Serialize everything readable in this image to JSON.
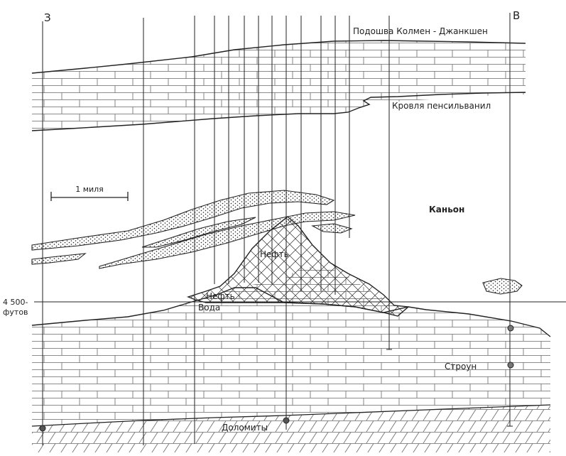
{
  "directions": {
    "west": "З",
    "east": "В"
  },
  "labels": {
    "top_horizon": "Подошва Колмен - Джанкшен",
    "pennsylvanian_top": "Кровля пенсильванил",
    "canyon": "Каньон",
    "oil_upper": "Нефть",
    "oil_lower": "Нефть",
    "water": "Вода",
    "strawn": "Строун",
    "dolomites": "Доломиты",
    "depth_value": "4 500-",
    "depth_unit": "футов"
  },
  "scale_bar": {
    "label": "1 миля"
  },
  "colors": {
    "line": "#222222",
    "brick": "#555555",
    "background": "#ffffff"
  }
}
